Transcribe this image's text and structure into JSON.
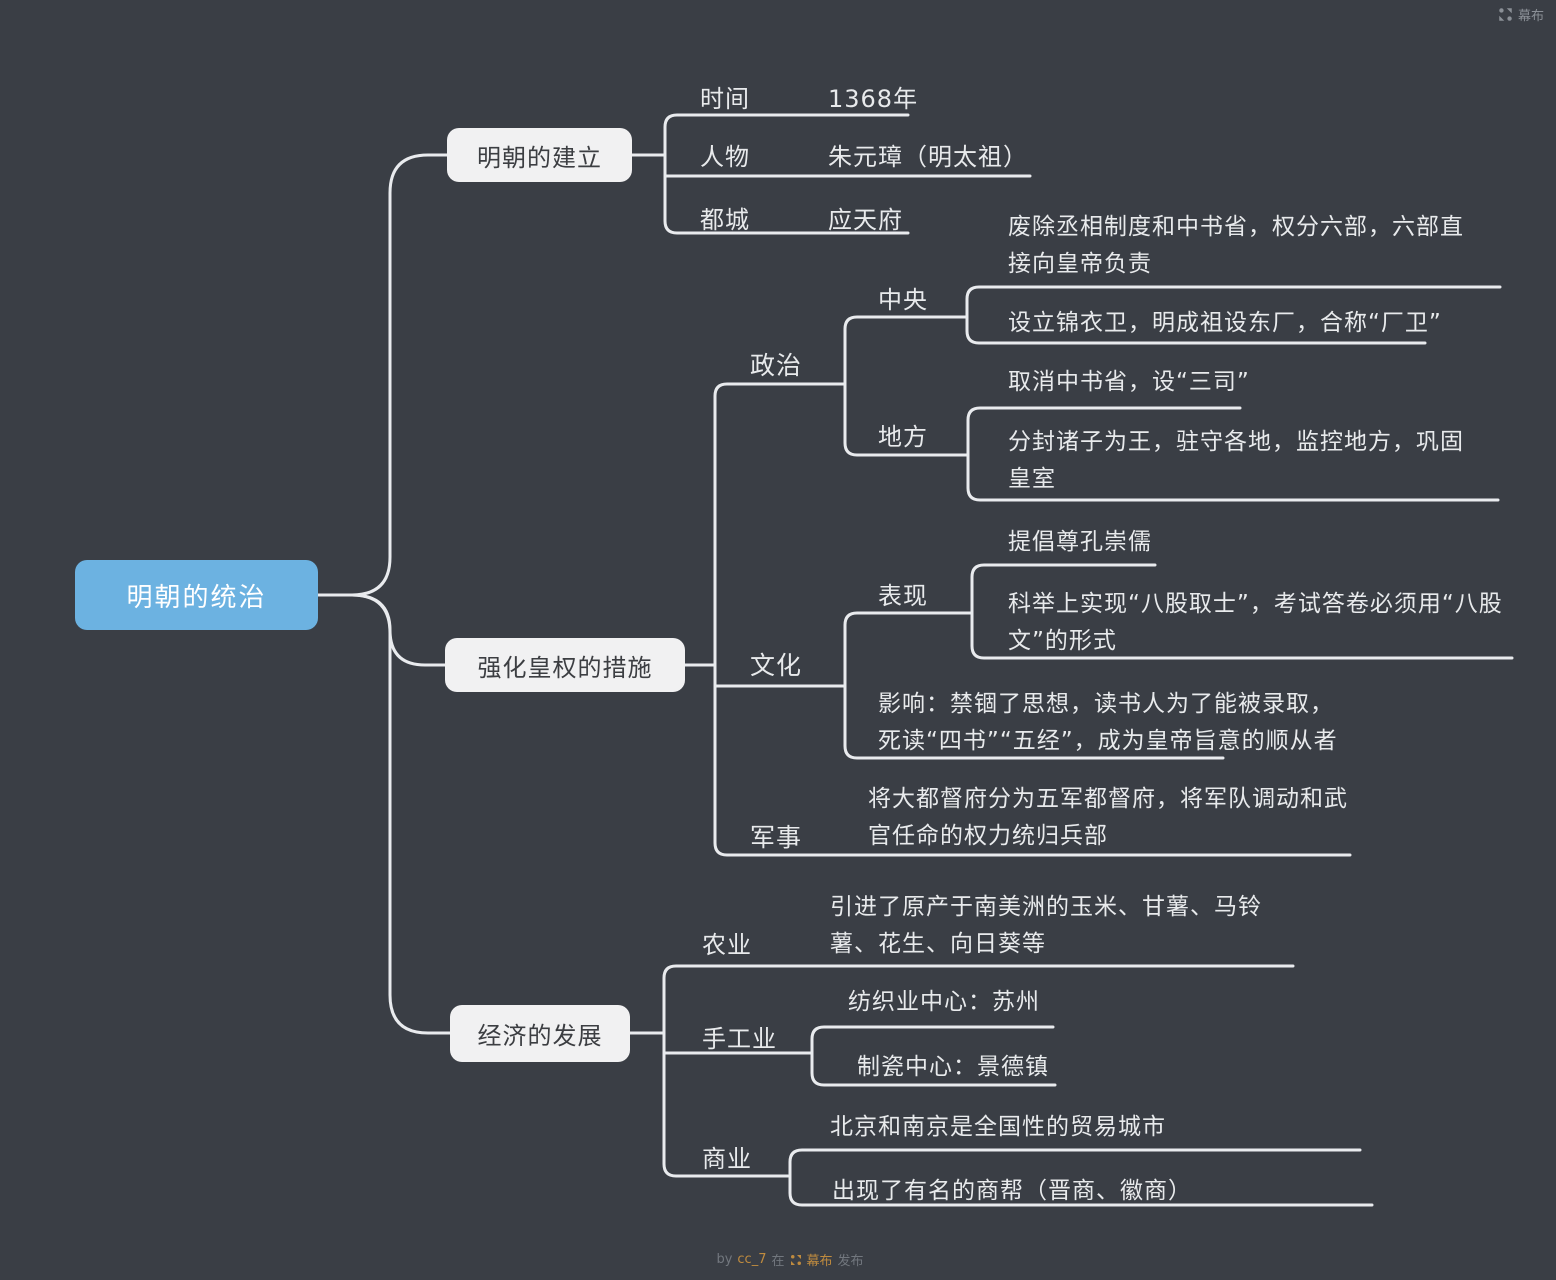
{
  "header": {
    "brand": "幕布"
  },
  "footer": {
    "by": "by",
    "author": "cc_7",
    "preposition": "在",
    "brand": "幕布",
    "suffix": "发布"
  },
  "colors": {
    "background": "#3a3e45",
    "line": "#e9ebee",
    "root_fill": "#6cb2e1",
    "node_fill": "#f1f1f2",
    "node_text": "#3c3e42",
    "light_text": "#e8eaec",
    "accent_gold": "#bf8b3f"
  },
  "mindmap": {
    "root": {
      "label": "明朝的统治"
    },
    "branches": [
      {
        "label": "明朝的建立",
        "children": [
          {
            "label": "时间",
            "children": [
              {
                "label": "1368年"
              }
            ]
          },
          {
            "label": "人物",
            "children": [
              {
                "label": "朱元璋（明太祖）"
              }
            ]
          },
          {
            "label": "都城",
            "children": [
              {
                "label": "应天府"
              }
            ]
          }
        ]
      },
      {
        "label": "强化皇权的措施",
        "children": [
          {
            "label": "政治",
            "children": [
              {
                "label": "中央",
                "children": [
                  {
                    "label": "废除丞相制度和中书省，权分六部，六部直接向皇帝负责"
                  },
                  {
                    "label": "设立锦衣卫，明成祖设东厂，合称“厂卫”"
                  }
                ]
              },
              {
                "label": "地方",
                "children": [
                  {
                    "label": "取消中书省，设“三司”"
                  },
                  {
                    "label": "分封诸子为王，驻守各地，监控地方，巩固皇室"
                  }
                ]
              }
            ]
          },
          {
            "label": "文化",
            "children": [
              {
                "label": "表现",
                "children": [
                  {
                    "label": "提倡尊孔崇儒"
                  },
                  {
                    "label": "科举上实现“八股取士”，考试答卷必须用“八股文”的形式"
                  }
                ]
              },
              {
                "label": "影响：禁锢了思想，读书人为了能被录取，死读“四书”“五经”，成为皇帝旨意的顺从者"
              }
            ]
          },
          {
            "label": "军事",
            "children": [
              {
                "label": "将大都督府分为五军都督府，将军队调动和武官任命的权力统归兵部"
              }
            ]
          }
        ]
      },
      {
        "label": "经济的发展",
        "children": [
          {
            "label": "农业",
            "children": [
              {
                "label": "引进了原产于南美洲的玉米、甘薯、马铃薯、花生、向日葵等"
              }
            ]
          },
          {
            "label": "手工业",
            "children": [
              {
                "label": "纺织业中心：苏州"
              },
              {
                "label": "制瓷中心：景德镇"
              }
            ]
          },
          {
            "label": "商业",
            "children": [
              {
                "label": "北京和南京是全国性的贸易城市"
              },
              {
                "label": "出现了有名的商帮（晋商、徽商）"
              }
            ]
          }
        ]
      }
    ]
  }
}
